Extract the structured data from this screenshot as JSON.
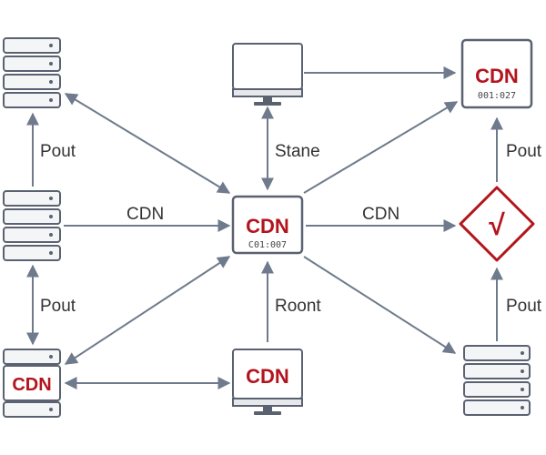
{
  "nodes": {
    "cdn_central": {
      "title": "CDN",
      "code": "C01:007"
    },
    "cdn_top_right": {
      "title": "CDN",
      "code": "001:027"
    },
    "cdn_bottom_left": {
      "title": "CDN"
    },
    "cdn_bottom_center": {
      "title": "CDN"
    },
    "check": {
      "symbol": "√"
    }
  },
  "edge_labels": {
    "left_top": "Pout",
    "left_bottom": "Pout",
    "center_top": "Stane",
    "center_bottom": "Roont",
    "left_middle": "CDN",
    "right_middle": "CDN",
    "right_top": "Pout",
    "right_bottom": "Pout"
  },
  "colors": {
    "accent": "#b3141d",
    "arrow": "#6f7b8c",
    "device_stroke": "#5a6170",
    "device_fill": "#f4f5f7"
  }
}
